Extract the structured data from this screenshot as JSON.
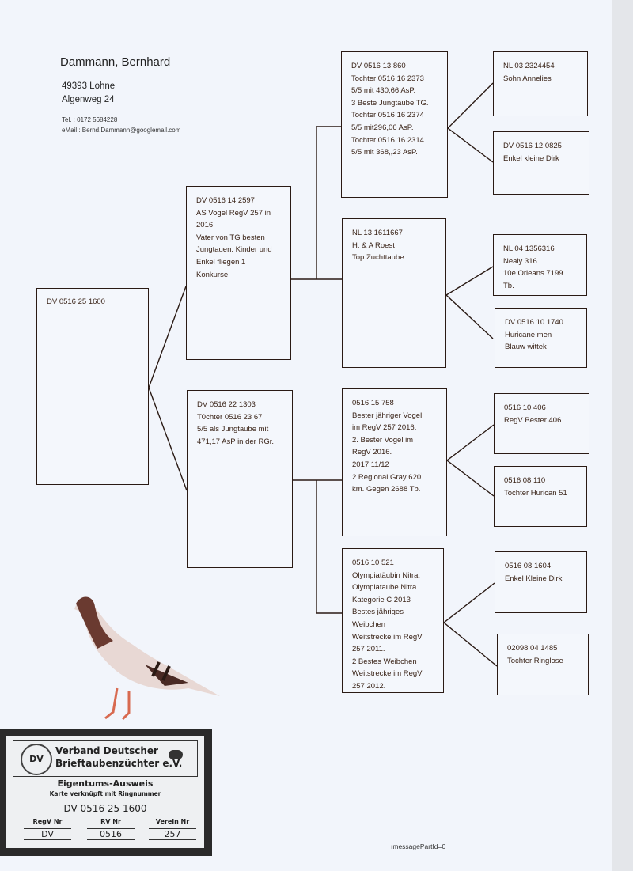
{
  "owner": {
    "name": "Dammann, Bernhard",
    "city": "49393 Lohne",
    "street": "Algenweg 24",
    "phone": "Tel. : 0172 5684228",
    "email": "eMail : Bernd.Dammann@googlemail.com"
  },
  "subject": {
    "lines": [
      "DV 0516 25 1600"
    ]
  },
  "parents": [
    {
      "lines": [
        "DV 0516 14 2597",
        "AS Vogel RegV 257 in",
        "2016.",
        "Vater von TG besten",
        "Jungtauen. Kinder und",
        "Enkel fliegen 1",
        "Konkurse."
      ]
    },
    {
      "lines": [
        "DV 0516 22 1303",
        "T0chter 0516 23 67",
        "5/5 als Jungtaube mit",
        "471,17 AsP in der RGr."
      ]
    }
  ],
  "grandparents": [
    {
      "lines": [
        "DV 0516 13 860",
        "Tochter 0516 16 2373",
        "5/5 mit 430,66 AsP.",
        "3 Beste Jungtaube TG.",
        "Tochter 0516 16 2374",
        "5/5 mit296,06 AsP.",
        "Tochter 0516 16 2314",
        "5/5 mit 368,,23 AsP."
      ]
    },
    {
      "lines": [
        "NL 13 1611667",
        "H. & A Roest",
        "Top Zuchttaube"
      ]
    },
    {
      "lines": [
        "0516 15 758",
        "Bester jähriger Vogel",
        "im RegV 257 2016.",
        "2. Bester Vogel im",
        "RegV 2016.",
        "2017 11/12",
        "2 Regional Gray 620",
        "km. Gegen 2688 Tb."
      ]
    },
    {
      "lines": [
        "0516 10 521",
        "Olympiatäubin Nitra.",
        "Olympiataube Nitra",
        "Kategorie C 2013",
        "Bestes jähriges",
        "Weibchen",
        "Weitstrecke im RegV",
        "257 2011.",
        "2 Bestes Weibchen",
        "Weitstrecke im RegV",
        "257 2012."
      ]
    }
  ],
  "great_grandparents": [
    {
      "lines": [
        "NL 03 2324454",
        "Sohn Annelies"
      ]
    },
    {
      "lines": [
        "DV 0516 12 0825",
        "Enkel kleine Dirk"
      ]
    },
    {
      "lines": [
        "NL 04 1356316",
        "Nealy 316",
        "10e Orleans 7199",
        "Tb."
      ]
    },
    {
      "lines": [
        "DV 0516 10 1740",
        "Huricane men",
        "Blauw wittek"
      ]
    },
    {
      "lines": [
        "0516 10 406",
        "RegV Bester 406"
      ]
    },
    {
      "lines": [
        "0516 08 110",
        "Tochter Hurican 51"
      ]
    },
    {
      "lines": [
        "0516 08 1604",
        "Enkel Kleine Dirk"
      ]
    },
    {
      "lines": [
        "02098 04 1485",
        "Tochter Ringlose"
      ]
    }
  ],
  "card": {
    "org_line1": "Verband Deutscher",
    "org_line2": "Brieftaubenzüchter e.V.",
    "logo_text": "DV",
    "title": "Eigentums-Ausweis",
    "subtitle": "Karte verknüpft mit Ringnummer",
    "ring": "DV 0516 25 1600",
    "col_labels": [
      "RegV Nr",
      "RV Nr",
      "Verein Nr"
    ],
    "col_values": [
      "DV",
      "0516",
      "257"
    ]
  },
  "footer": "ımessagePartId=0"
}
